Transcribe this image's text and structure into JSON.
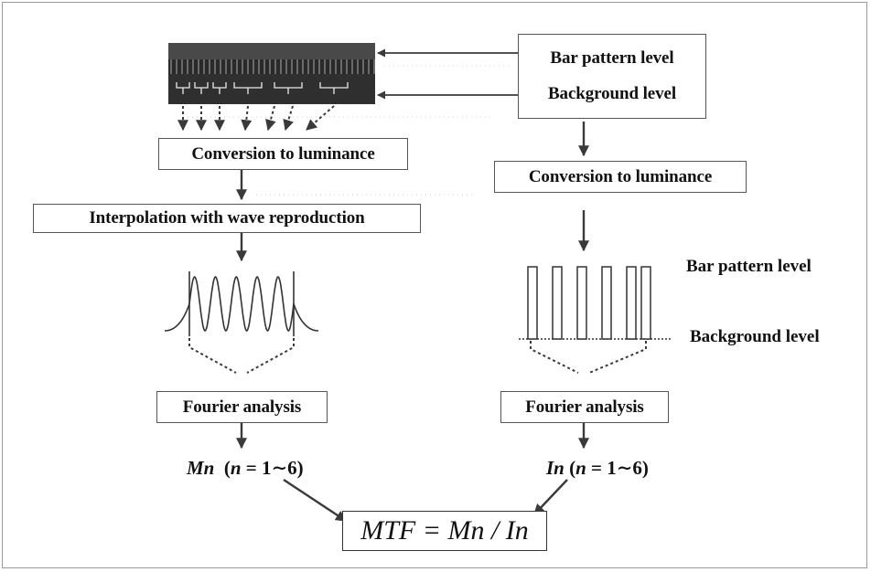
{
  "source": {
    "top_label": "Bar pattern level",
    "bottom_label": "Background level"
  },
  "left_path": {
    "conversion": "Conversion to luminance",
    "interpolation": "Interpolation with wave reproduction",
    "fourier": "Fourier analysis",
    "output_symbol": "Mn",
    "output_n_open": "(",
    "output_n_var": "n",
    "output_n_range": "= 1∼6)"
  },
  "right_path": {
    "conversion": "Conversion to luminance",
    "bar_pattern_label": "Bar pattern level",
    "background_label": "Background level",
    "fourier": "Fourier analysis",
    "output_symbol": "In",
    "output_n_open": "(",
    "output_n_var": "n",
    "output_n_range": "= 1∼6)"
  },
  "result": "MTF = Mn / In",
  "colors": {
    "arrow": "#3a3a3a",
    "box_border": "#555555",
    "image_dark": "#2f2f2f"
  }
}
